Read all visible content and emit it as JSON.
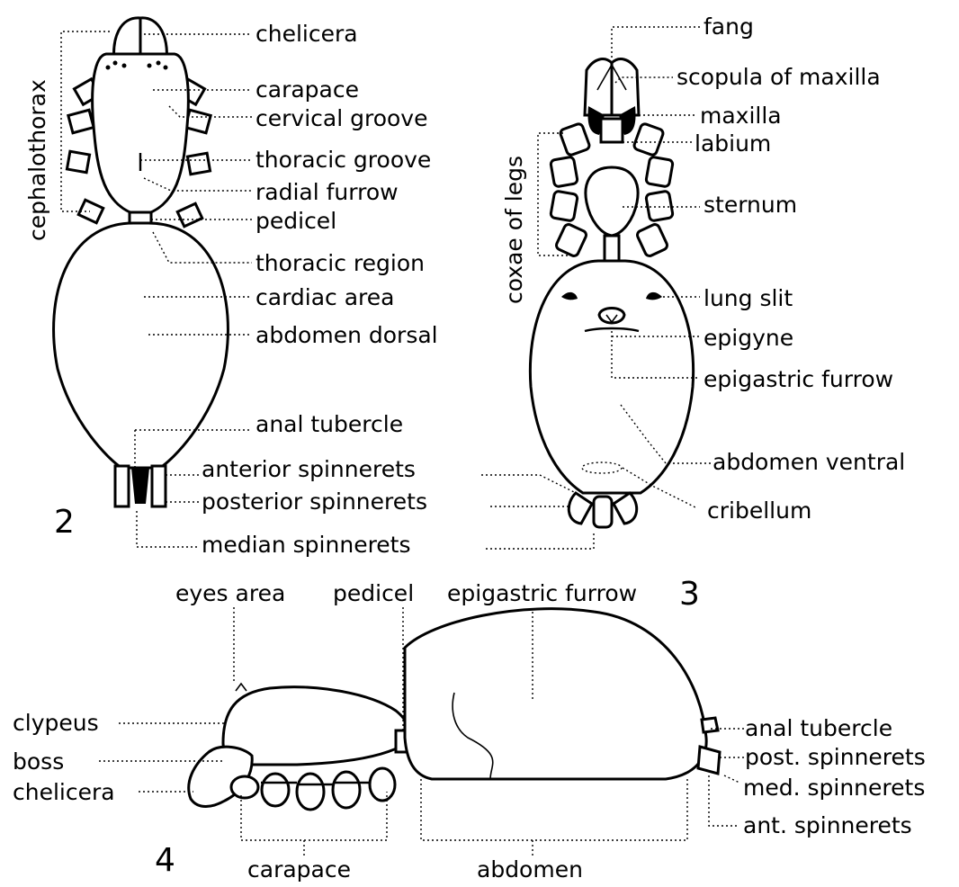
{
  "figure2": {
    "number": "2",
    "vertical_label": "cephalothorax",
    "labels": {
      "chelicera": "chelicera",
      "carapace": "carapace",
      "cervical_groove": "cervical groove",
      "thoracic_groove": "thoracic groove",
      "radial_furrow": "radial furrow",
      "pedicel": "pedicel",
      "thoracic_region": "thoracic region",
      "cardiac_area": "cardiac area",
      "abdomen_dorsal": "abdomen dorsal",
      "anal_tubercle": "anal tubercle",
      "anterior_spinnerets": "anterior spinnerets",
      "posterior_spinnerets": "posterior spinnerets",
      "median_spinnerets": "median spinnerets"
    }
  },
  "figure3": {
    "number": "3",
    "vertical_label": "coxae of legs",
    "labels": {
      "fang": "fang",
      "scopula": "scopula of maxilla",
      "maxilla": "maxilla",
      "labium": "labium",
      "sternum": "sternum",
      "lung_slit": "lung slit",
      "epigyne": "epigyne",
      "epigastric_furrow": "epigastric furrow",
      "abdomen_ventral": "abdomen ventral",
      "cribellum": "cribellum"
    }
  },
  "figure4": {
    "number": "4",
    "labels": {
      "eyes_area": "eyes area",
      "pedicel": "pedicel",
      "epigastric_furrow": "epigastric furrow",
      "clypeus": "clypeus",
      "boss": "boss",
      "chelicera": "chelicera",
      "anal_tubercle": "anal tubercle",
      "post_spinnerets": "post. spinnerets",
      "med_spinnerets": "med. spinnerets",
      "ant_spinnerets": "ant. spinnerets",
      "carapace": "carapace",
      "abdomen": "abdomen"
    }
  }
}
